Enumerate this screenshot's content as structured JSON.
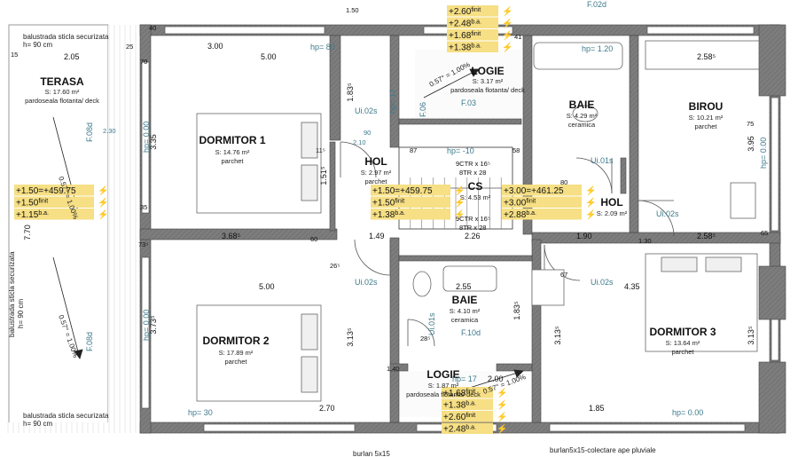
{
  "rooms": {
    "terasa": {
      "name": "TERASA",
      "area": "S: 17.60 m²",
      "floor": "pardoseala flotanta/ deck"
    },
    "dormitor1": {
      "name": "DORMITOR 1",
      "area": "S: 14.76 m²",
      "floor": "parchet"
    },
    "hol1": {
      "name": "HOL",
      "area": "S: 2.97 m²",
      "floor": "parchet"
    },
    "logie1": {
      "name": "LOGIE",
      "area": "S: 3.17 m²",
      "floor": "pardoseala flotanta/ deck"
    },
    "baie1": {
      "name": "BAIE",
      "area": "S: 4.29 m²",
      "floor": "ceramica"
    },
    "birou": {
      "name": "BIROU",
      "area": "S: 10.21 m²",
      "floor": "parchet"
    },
    "cs": {
      "name": "CS",
      "area": "S: 4.53 m²"
    },
    "hol2": {
      "name": "HOL",
      "area": "S: 2.09 m²"
    },
    "baie2": {
      "name": "BAIE",
      "area": "S: 4.10 m²",
      "floor": "ceramica"
    },
    "dormitor2": {
      "name": "DORMITOR 2",
      "area": "S: 17.89 m²",
      "floor": "parchet"
    },
    "dormitor3": {
      "name": "DORMITOR 3",
      "area": "S: 13.64 m²",
      "floor": "parchet"
    },
    "logie2": {
      "name": "LOGIE",
      "area": "S: 1.87 m²",
      "floor": "pardoseala flotanta/ deck"
    }
  },
  "levels": {
    "top": [
      {
        "val": "+2.60",
        "sup": "finit"
      },
      {
        "val": "+2.48",
        "sup": "b.a."
      },
      {
        "val": "+1.68",
        "sup": "finit"
      },
      {
        "val": "+1.38",
        "sup": "b.a."
      }
    ],
    "left": [
      {
        "val": "+1.50=+459.75",
        "sup": ""
      },
      {
        "val": "+1.50",
        "sup": "finit"
      },
      {
        "val": "+1.15",
        "sup": "b.a."
      }
    ],
    "midleft": [
      {
        "val": "+1.50=+459.75",
        "sup": ""
      },
      {
        "val": "+1.50",
        "sup": "finit"
      },
      {
        "val": "+1.38",
        "sup": "b.a."
      }
    ],
    "midright": [
      {
        "val": "+3.00=+461.25",
        "sup": ""
      },
      {
        "val": "+3.00",
        "sup": "finit"
      },
      {
        "val": "+2.88",
        "sup": "b.a."
      }
    ],
    "bottom": [
      {
        "val": "+1.68",
        "sup": "finit"
      },
      {
        "val": "+1.38",
        "sup": "b.a."
      },
      {
        "val": "+2.60",
        "sup": "finit"
      },
      {
        "val": "+2.48",
        "sup": "b.a."
      }
    ]
  },
  "notes": {
    "balustrada_top": "balustrada sticla securizata",
    "h90_top": "h= 90 cm",
    "balustrada_bottom": "balustrada sticla securizata",
    "h90_bottom": "h= 90 cm",
    "balustrada_vertical": "balustrada sticla securizata",
    "h90_vertical": "h= 90 cm",
    "slope_terasa_top": "0.57° = 1.00%",
    "slope_terasa_bottom": "0.57° = 1.00%",
    "slope_logie_top": "0.57° = 1.00%",
    "slope_logie_bottom": "0.57° = 1.00%",
    "burlan": "burlan5x15-colectare ape pluviale",
    "burlan_left": "burlan 5x15",
    "stairs_top": "9CTR x 16⁵",
    "stairs_top2": "8TR x 28",
    "stairs_bottom": "9CTR x 16⁵",
    "stairs_bottom2": "8TR x 28"
  },
  "window_tags": {
    "f08d_a": "F.08d",
    "f08d_b": "F.08d",
    "f02d": "F.02d",
    "f03": "F.03",
    "f06": "F.06",
    "f10d": "F.10d"
  },
  "door_tags": {
    "ui02s_a": "Ui.02s",
    "ui02s_b": "Ui.02s",
    "ui02s_c": "Ui.02s",
    "ui01s_a": "Ui.01s",
    "ui01s_b": "Ui.01s",
    "ui02s_d": "Ui.02s"
  },
  "parapet": {
    "hp80": "hp= 80",
    "hp120": "hp= 1.20",
    "hp30": "hp= 30",
    "hp000_a": "hp= 0.00",
    "hp000_b": "hp= 0.00",
    "hp000_c": "hp= 0.00",
    "hp000_d": "hp= 0.00",
    "hp10": "hp= -10",
    "hp17_a": "hp= 17",
    "hp17_b": "hp= 17"
  },
  "dims": {
    "d300": "3.00",
    "d500_top": "5.00",
    "d205": "2.05",
    "d258_top": "2.58⁵",
    "d368": "3.68⁵",
    "d149": "1.49",
    "d226": "2.26",
    "d190": "1.90",
    "d258_mid": "2.58⁵",
    "d500_mid": "5.00",
    "d255": "2.55",
    "d435": "4.35",
    "d270": "2.70",
    "d185": "1.85",
    "d200": "2.00",
    "d770": "7.70",
    "d335": "3.35",
    "d373": "3.73⁵",
    "d395": "3.95",
    "d313_a": "3.13⁵",
    "d313_b": "3.13⁵",
    "d313_c": "3.13⁵",
    "d183_a": "1.83⁵",
    "d183_b": "1.83⁵",
    "d151": "1.51⁵",
    "d15": "15",
    "d25": "25",
    "d40": "40",
    "d41": "41",
    "d60": "60",
    "d80": "80",
    "d87": "87",
    "d58": "58",
    "d67": "67",
    "d90": "90",
    "d210": "2.10",
    "d230": "2.30",
    "d115": "11⁵",
    "d130": "1.30",
    "d140": "1.40",
    "d150": "1.50",
    "d35": "35",
    "d70": "70",
    "d75": "75",
    "d65": "65",
    "d28": "28⁵",
    "d26": "26⁵",
    "d73": "73⁵"
  }
}
